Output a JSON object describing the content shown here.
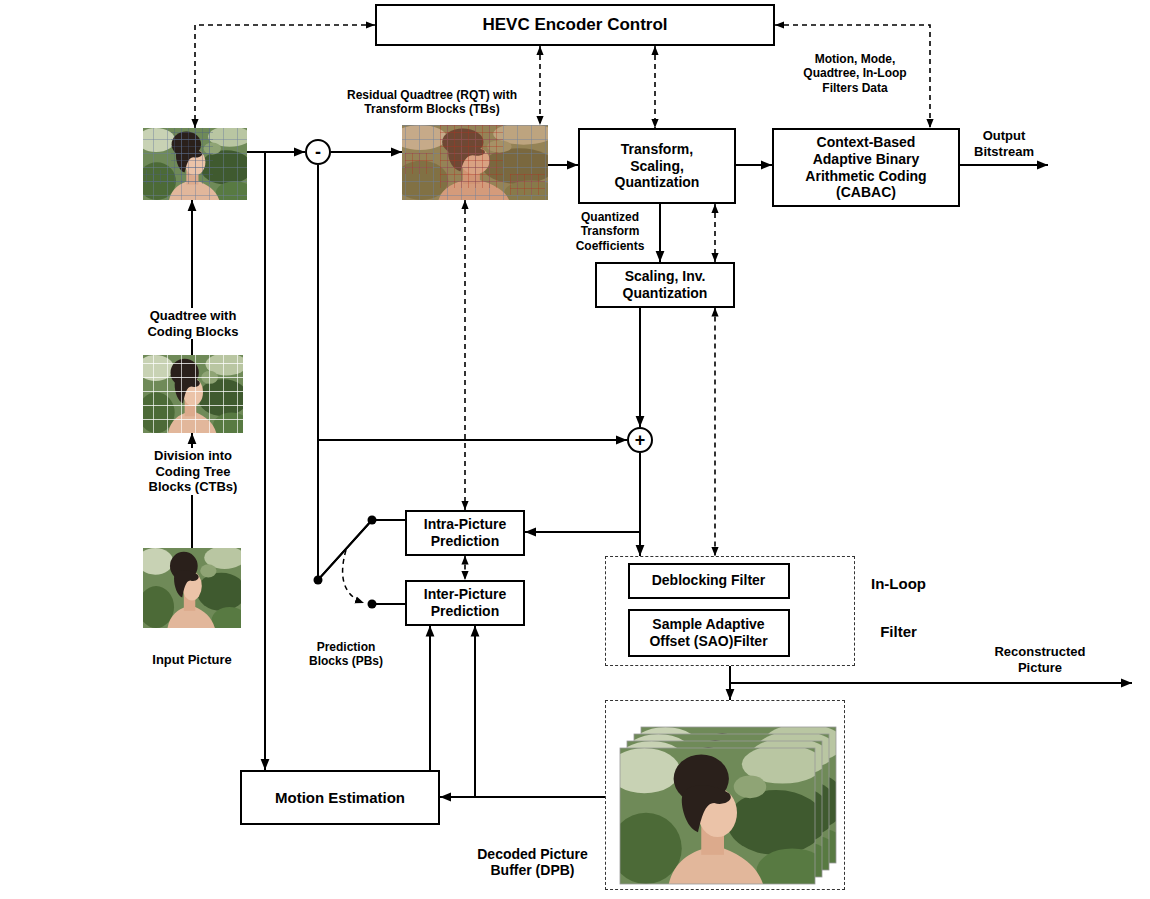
{
  "diagram": {
    "nodes": [
      {
        "text": [
          "HEVC Encoder Control"
        ]
      },
      {
        "text": [
          "Quadtree with Coding Blocks"
        ]
      },
      {
        "text": [
          "-"
        ]
      },
      {
        "text": [
          "Residual Quadtree (RQT) with Transform Blocks (TBs)"
        ]
      },
      {
        "text": [
          "Transform, Scaling, Quantization"
        ]
      },
      {
        "text": [
          "Context-Based Adaptive Binary Arithmetic Coding (CABAC)"
        ]
      },
      {
        "text": [
          "Division into Coding Tree Blocks (CTBs)"
        ]
      },
      {
        "text": [
          "Scaling, Inv. Quantization"
        ]
      },
      {
        "text": [
          "+"
        ]
      },
      {
        "text": [
          "Intra-Picture Prediction"
        ]
      },
      {
        "text": [
          "Input Picture"
        ]
      },
      {
        "text": [
          "Inter-Picture Prediction"
        ]
      },
      {
        "text": [
          "In-Loop Filter"
        ]
      },
      {
        "text": [
          "Deblocking Filter"
        ],
        "in": 12
      },
      {
        "text": [
          "Sample Adaptive Offset (SAO)Filter"
        ],
        "in": 12
      },
      {
        "text": [
          "Motion Estimation"
        ]
      },
      {
        "text": [
          "Decoded Picture Buffer (DPB)"
        ]
      }
    ],
    "edges": [
      {
        "from": 0,
        "to": 1,
        "arrow": "both"
      },
      {
        "from": 0,
        "to": 3,
        "arrow": "both"
      },
      {
        "from": 0,
        "to": 4,
        "arrow": "both"
      },
      {
        "from": 0,
        "to": 5,
        "label": "Motion, Mode, Quadtree, In-Loop Filters Data",
        "arrow": "both"
      },
      {
        "from": 10,
        "to": 6,
        "arrow": "to"
      },
      {
        "from": 6,
        "to": 1,
        "arrow": "to"
      },
      {
        "from": 1,
        "to": 2,
        "arrow": "to"
      },
      {
        "from": 2,
        "to": 3,
        "arrow": "to"
      },
      {
        "from": 3,
        "to": 4,
        "arrow": "to"
      },
      {
        "from": 4,
        "to": 5,
        "arrow": "to"
      },
      {
        "from": 4,
        "to": 7,
        "label": "Quantized Transform Coefficients",
        "arrow": "to"
      },
      {
        "from": 4,
        "to": 7,
        "arrow": "both"
      },
      {
        "from": 7,
        "to": 12,
        "arrow": "both"
      },
      {
        "from": 7,
        "to": 8,
        "arrow": "to"
      },
      {
        "from": 8,
        "to": 9,
        "arrow": "to"
      },
      {
        "from": 8,
        "to": 12,
        "arrow": "to"
      },
      {
        "from": 9,
        "to": 2,
        "arrow": "none"
      },
      {
        "from": 9,
        "to": 8,
        "arrow": "to"
      },
      {
        "from": 9,
        "to": 11,
        "arrow": "both"
      },
      {
        "from": 3,
        "to": 9,
        "arrow": "both"
      },
      {
        "from": 15,
        "to": 11,
        "arrow": "to"
      },
      {
        "from": 16,
        "to": 15,
        "arrow": "to"
      },
      {
        "from": 16,
        "to": 11,
        "arrow": "to"
      },
      {
        "from": 1,
        "to": 15,
        "arrow": "to"
      },
      {
        "from": 12,
        "to": 16,
        "arrow": "to"
      }
    ],
    "labels": [
      "Output Bitstream",
      "Prediction Blocks (PBs)",
      "Reconstructed Picture"
    ]
  }
}
